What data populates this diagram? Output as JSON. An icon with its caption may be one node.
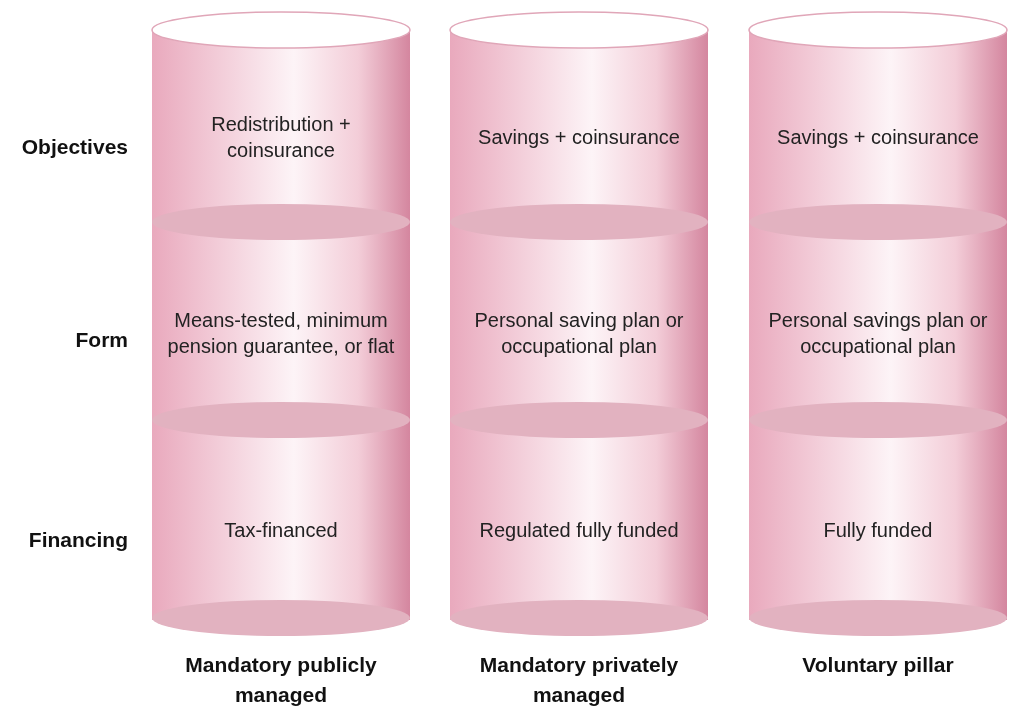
{
  "diagram": {
    "nodes": [
      {
        "text": [
          "Mandatory publicly managed"
        ]
      },
      {
        "text": [
          "Redistribution + coinsurance"
        ],
        "in": 0
      },
      {
        "text": [
          "Means-tested, minimum pension guarantee, or flat"
        ],
        "in": 0
      },
      {
        "text": [
          "Tax-financed"
        ],
        "in": 0
      },
      {
        "text": [
          "Mandatory privately managed"
        ]
      },
      {
        "text": [
          "Savings + coinsurance"
        ],
        "in": 4
      },
      {
        "text": [
          "Personal saving plan or occupational plan"
        ],
        "in": 4
      },
      {
        "text": [
          "Regulated fully funded"
        ],
        "in": 4
      },
      {
        "text": [
          "Voluntary pillar"
        ]
      },
      {
        "text": [
          "Savings + coinsurance"
        ],
        "in": 8
      },
      {
        "text": [
          "Personal savings plan or occupational plan"
        ],
        "in": 8
      },
      {
        "text": [
          "Fully funded"
        ],
        "in": 8
      }
    ],
    "edges": [],
    "labels": [
      "Objectives",
      "Form",
      "Financing"
    ]
  }
}
